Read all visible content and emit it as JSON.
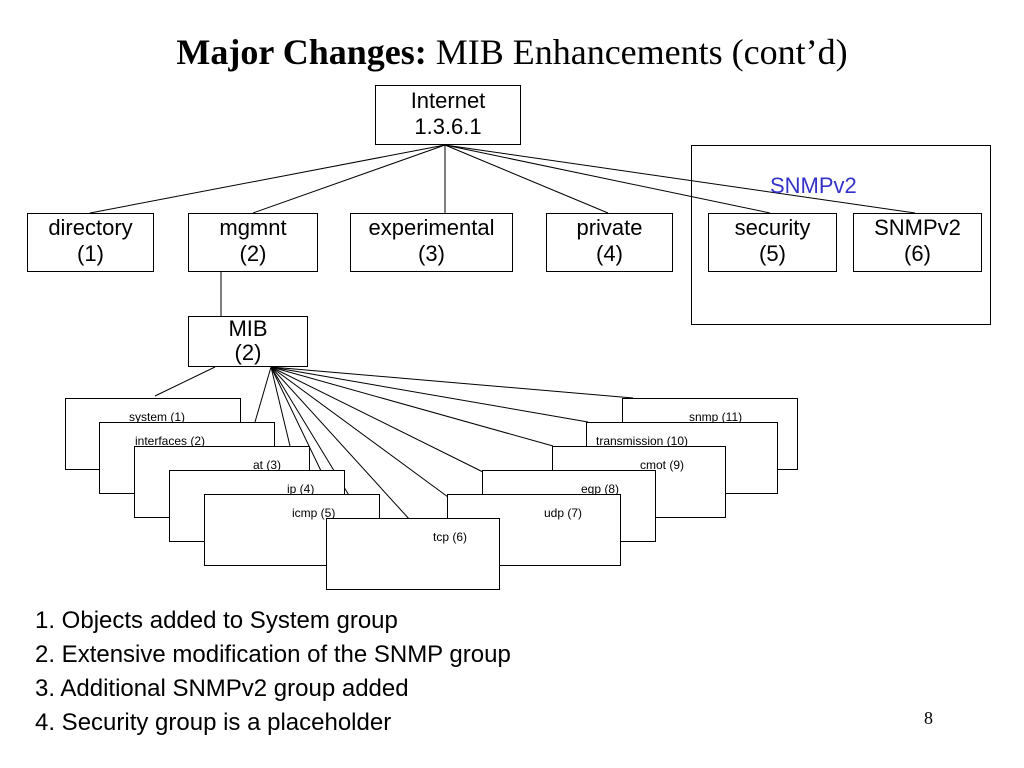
{
  "title": {
    "bold": "Major Changes:",
    "rest": " MIB Enhancements (cont’d)"
  },
  "root": {
    "line1": "Internet",
    "line2": "1.3.6.1"
  },
  "children": [
    {
      "line1": "directory",
      "line2": "(1)"
    },
    {
      "line1": "mgmnt",
      "line2": "(2)"
    },
    {
      "line1": "experimental",
      "line2": "(3)"
    },
    {
      "line1": "private",
      "line2": "(4)"
    },
    {
      "line1": "security",
      "line2": "(5)"
    },
    {
      "line1": "SNMPv2",
      "line2": "(6)"
    }
  ],
  "snmpv2_group_label": "SNMPv2",
  "mib": {
    "line1": "MIB",
    "line2": "(2)"
  },
  "mib_groups": [
    "system (1)",
    "interfaces (2)",
    "at (3)",
    "ip (4)",
    "icmp (5)",
    "tcp (6)",
    "udp (7)",
    "egp (8)",
    "cmot (9)",
    "transmission (10)",
    "snmp (11)"
  ],
  "notes": [
    "1. Objects added to System group",
    "2. Extensive modification of the SNMP group",
    "3. Additional SNMPv2 group added",
    "4. Security group is a placeholder"
  ],
  "page_number": "8",
  "colors": {
    "snmpv2_label": "#3333cc"
  }
}
